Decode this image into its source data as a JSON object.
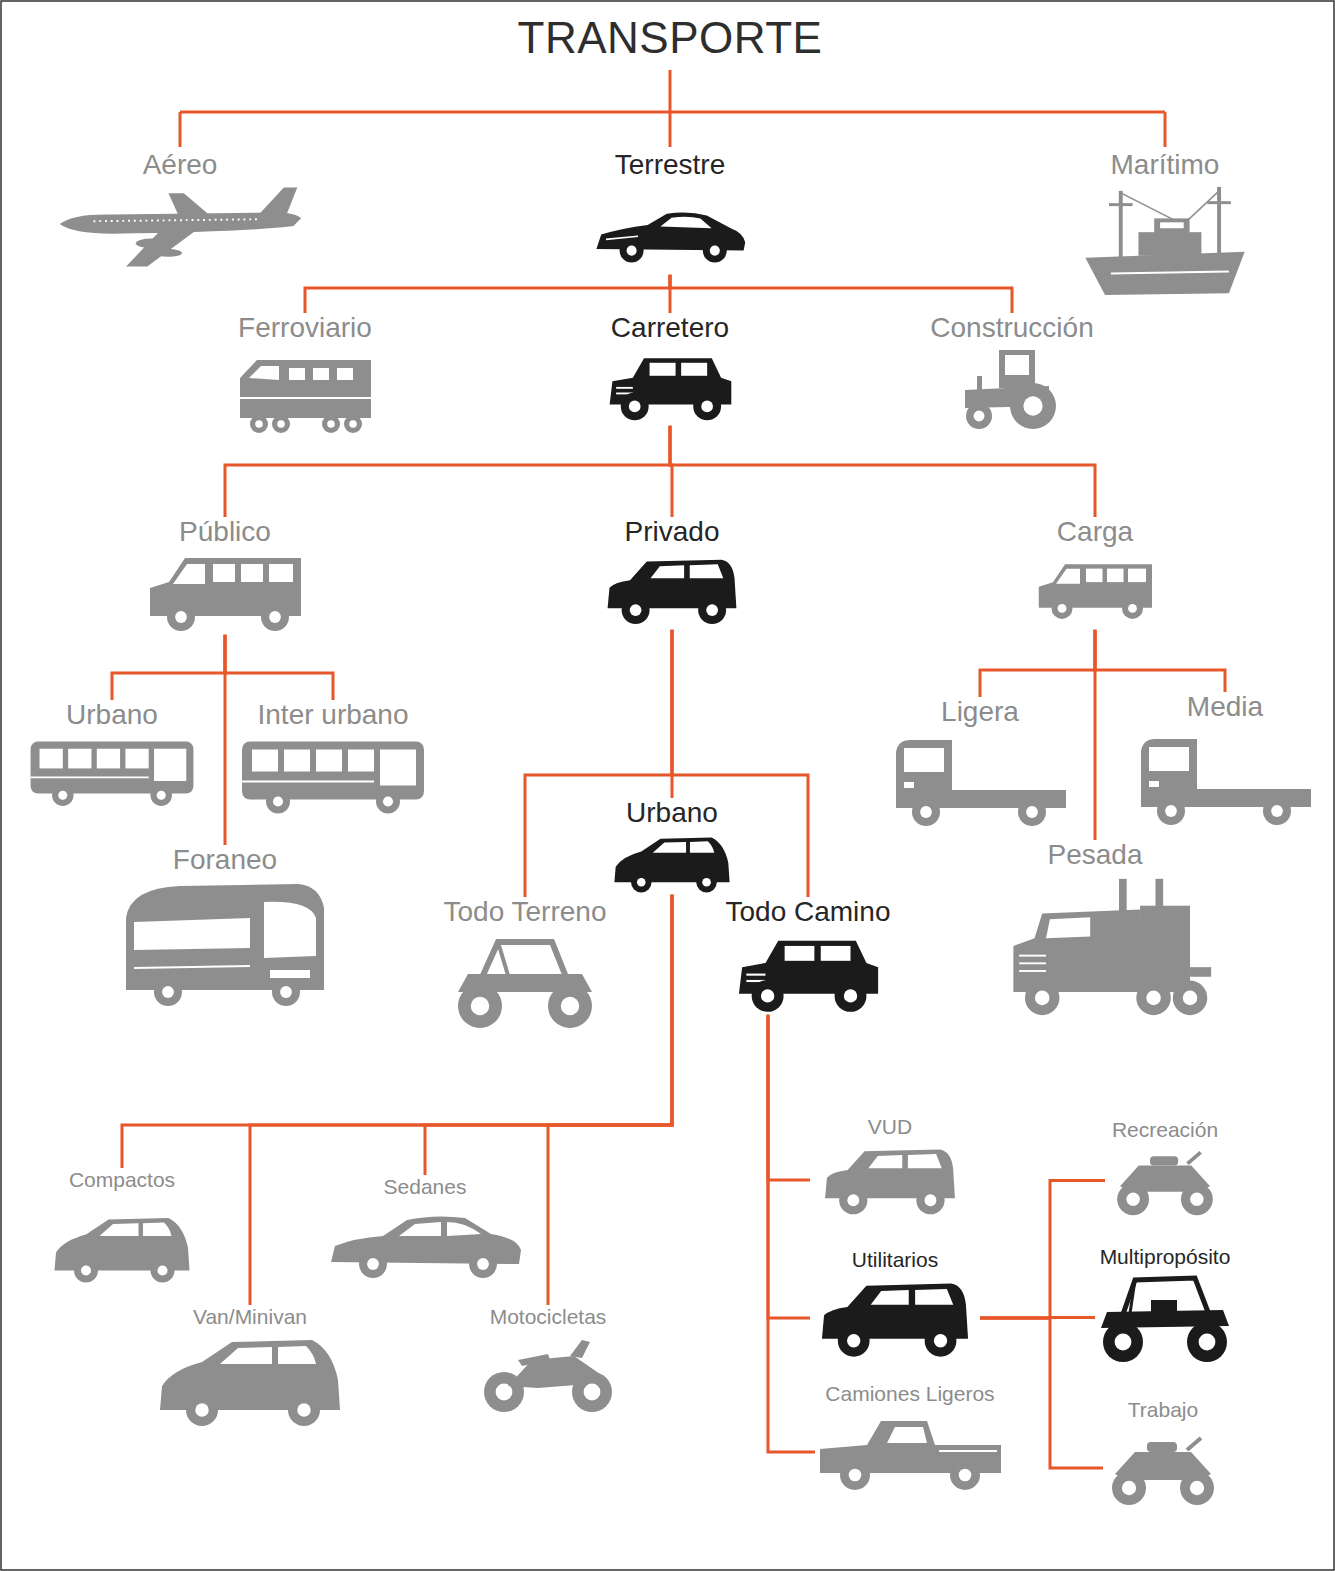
{
  "diagram": {
    "title": "TRANSPORTE",
    "nodes": [
      {
        "text": [
          "Aéreo"
        ]
      },
      {
        "text": [
          "Terrestre"
        ]
      },
      {
        "text": [
          "Marítimo"
        ]
      },
      {
        "text": [
          "Ferroviario"
        ]
      },
      {
        "text": [
          "Carretero"
        ]
      },
      {
        "text": [
          "Construcción"
        ]
      },
      {
        "text": [
          "Público"
        ]
      },
      {
        "text": [
          "Privado"
        ]
      },
      {
        "text": [
          "Carga"
        ]
      },
      {
        "text": [
          "Urbano"
        ]
      },
      {
        "text": [
          "Inter urbano"
        ]
      },
      {
        "text": [
          "Ligera"
        ]
      },
      {
        "text": [
          "Media"
        ]
      },
      {
        "text": [
          "Foraneo"
        ]
      },
      {
        "text": [
          "Urbano"
        ]
      },
      {
        "text": [
          "Pesada"
        ]
      },
      {
        "text": [
          "Todo Terreno"
        ]
      },
      {
        "text": [
          "Todo Camino"
        ]
      },
      {
        "text": [
          "VUD"
        ]
      },
      {
        "text": [
          "Recreación"
        ]
      },
      {
        "text": [
          "Compactos"
        ]
      },
      {
        "text": [
          "Sedanes"
        ]
      },
      {
        "text": [
          "Utilitarios"
        ]
      },
      {
        "text": [
          "Multipropósito"
        ]
      },
      {
        "text": [
          "Van/Minivan"
        ]
      },
      {
        "text": [
          "Motocicletas"
        ]
      },
      {
        "text": [
          "Camiones Ligeros"
        ]
      },
      {
        "text": [
          "Trabajo"
        ]
      }
    ],
    "edges": [
      {
        "from": 1,
        "to": 3,
        "arrow": "none"
      },
      {
        "from": 1,
        "to": 4,
        "arrow": "none"
      },
      {
        "from": 1,
        "to": 5,
        "arrow": "none"
      },
      {
        "from": 4,
        "to": 6,
        "arrow": "none"
      },
      {
        "from": 4,
        "to": 7,
        "arrow": "none"
      },
      {
        "from": 4,
        "to": 8,
        "arrow": "none"
      },
      {
        "from": 6,
        "to": 9,
        "arrow": "none"
      },
      {
        "from": 6,
        "to": 10,
        "arrow": "none"
      },
      {
        "from": 6,
        "to": 13,
        "arrow": "none"
      },
      {
        "from": 8,
        "to": 11,
        "arrow": "none"
      },
      {
        "from": 8,
        "to": 12,
        "arrow": "none"
      },
      {
        "from": 8,
        "to": 15,
        "arrow": "none"
      },
      {
        "from": 7,
        "to": 14,
        "arrow": "none"
      },
      {
        "from": 7,
        "to": 16,
        "arrow": "none"
      },
      {
        "from": 7,
        "to": 17,
        "arrow": "none"
      },
      {
        "from": 14,
        "to": 20,
        "arrow": "none"
      },
      {
        "from": 14,
        "to": 24,
        "arrow": "none"
      },
      {
        "from": 14,
        "to": 21,
        "arrow": "none"
      },
      {
        "from": 14,
        "to": 25,
        "arrow": "none"
      },
      {
        "from": 17,
        "to": 18,
        "arrow": "none"
      },
      {
        "from": 17,
        "to": 22,
        "arrow": "none"
      },
      {
        "from": 17,
        "to": 26,
        "arrow": "none"
      },
      {
        "from": 22,
        "to": 19,
        "arrow": "none"
      },
      {
        "from": 22,
        "to": 23,
        "arrow": "none"
      },
      {
        "from": 22,
        "to": 27,
        "arrow": "none"
      }
    ]
  }
}
